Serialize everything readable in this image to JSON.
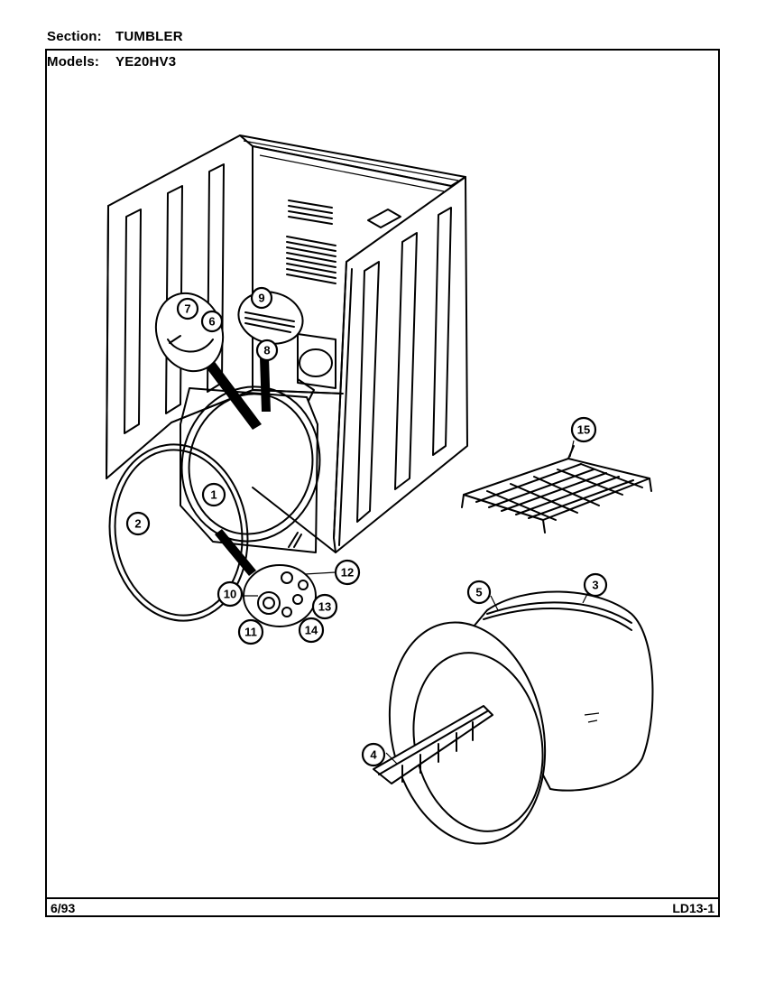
{
  "header": {
    "section_label": "Section:",
    "section_value": "TUMBLER",
    "models_label": "Models:",
    "models_value": "YE20HV3"
  },
  "footer": {
    "date": "6/93",
    "code": "LD13-1"
  },
  "callouts": [
    {
      "id": "1",
      "label": "1"
    },
    {
      "id": "2",
      "label": "2"
    },
    {
      "id": "3",
      "label": "3"
    },
    {
      "id": "4",
      "label": "4"
    },
    {
      "id": "5",
      "label": "5"
    },
    {
      "id": "6",
      "label": "6"
    },
    {
      "id": "7",
      "label": "7"
    },
    {
      "id": "8",
      "label": "8"
    },
    {
      "id": "9",
      "label": "9"
    },
    {
      "id": "10",
      "label": "10"
    },
    {
      "id": "11",
      "label": "11"
    },
    {
      "id": "12",
      "label": "12"
    },
    {
      "id": "13",
      "label": "13"
    },
    {
      "id": "14",
      "label": "14"
    },
    {
      "id": "15",
      "label": "15"
    }
  ]
}
